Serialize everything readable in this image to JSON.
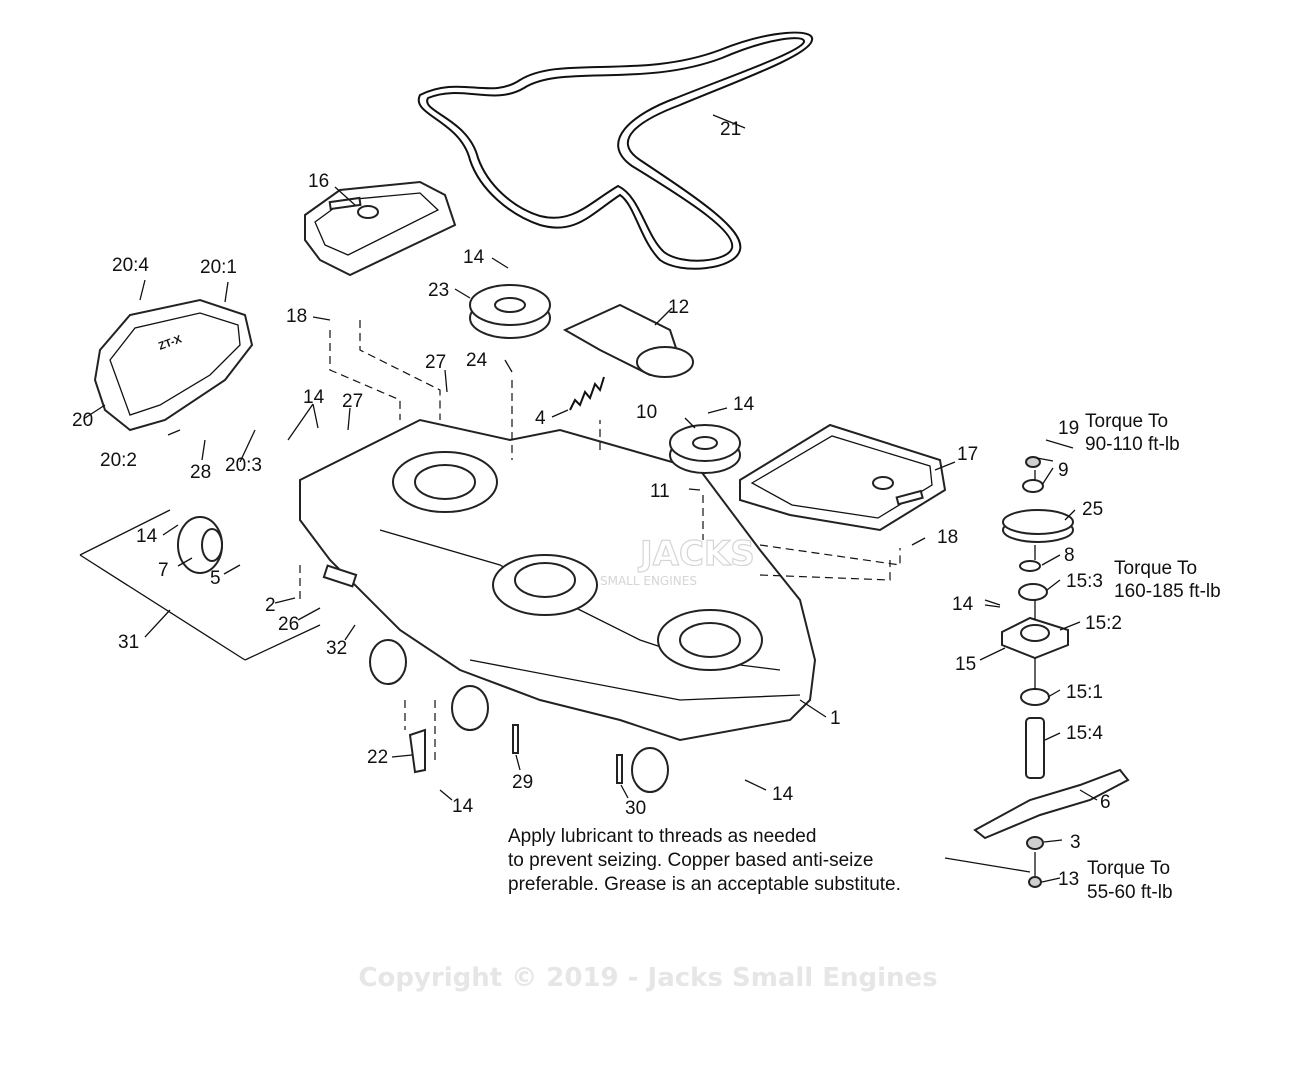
{
  "diagram": {
    "callouts": [
      {
        "id": "c1",
        "label": "1"
      },
      {
        "id": "c2",
        "label": "2"
      },
      {
        "id": "c3",
        "label": "3"
      },
      {
        "id": "c4",
        "label": "4"
      },
      {
        "id": "c5",
        "label": "5"
      },
      {
        "id": "c6",
        "label": "6"
      },
      {
        "id": "c7",
        "label": "7"
      },
      {
        "id": "c8",
        "label": "8"
      },
      {
        "id": "c9",
        "label": "9"
      },
      {
        "id": "c10",
        "label": "10"
      },
      {
        "id": "c11",
        "label": "11"
      },
      {
        "id": "c12",
        "label": "12"
      },
      {
        "id": "c13",
        "label": "13"
      },
      {
        "id": "c14a",
        "label": "14"
      },
      {
        "id": "c14b",
        "label": "14"
      },
      {
        "id": "c14c",
        "label": "14"
      },
      {
        "id": "c14d",
        "label": "14"
      },
      {
        "id": "c14e",
        "label": "14"
      },
      {
        "id": "c14f",
        "label": "14"
      },
      {
        "id": "c14g",
        "label": "14"
      },
      {
        "id": "c15",
        "label": "15"
      },
      {
        "id": "c15_1",
        "label": "15:1"
      },
      {
        "id": "c15_2",
        "label": "15:2"
      },
      {
        "id": "c15_3",
        "label": "15:3"
      },
      {
        "id": "c15_4",
        "label": "15:4"
      },
      {
        "id": "c16",
        "label": "16"
      },
      {
        "id": "c17",
        "label": "17"
      },
      {
        "id": "c18a",
        "label": "18"
      },
      {
        "id": "c18b",
        "label": "18"
      },
      {
        "id": "c19",
        "label": "19"
      },
      {
        "id": "c20",
        "label": "20"
      },
      {
        "id": "c20_1",
        "label": "20:1"
      },
      {
        "id": "c20_2",
        "label": "20:2"
      },
      {
        "id": "c20_3",
        "label": "20:3"
      },
      {
        "id": "c20_4",
        "label": "20:4"
      },
      {
        "id": "c21",
        "label": "21"
      },
      {
        "id": "c22",
        "label": "22"
      },
      {
        "id": "c23",
        "label": "23"
      },
      {
        "id": "c24",
        "label": "24"
      },
      {
        "id": "c25",
        "label": "25"
      },
      {
        "id": "c26",
        "label": "26"
      },
      {
        "id": "c27a",
        "label": "27"
      },
      {
        "id": "c27b",
        "label": "27"
      },
      {
        "id": "c28",
        "label": "28"
      },
      {
        "id": "c29",
        "label": "29"
      },
      {
        "id": "c30",
        "label": "30"
      },
      {
        "id": "c31",
        "label": "31"
      },
      {
        "id": "c32",
        "label": "32"
      }
    ],
    "torque_notes": [
      {
        "line1": "Torque To",
        "line2": "90-110 ft-lb"
      },
      {
        "line1": "Torque To",
        "line2": "160-185 ft-lb"
      },
      {
        "line1": "Torque To",
        "line2": "55-60 ft-lb"
      }
    ],
    "lubricant_note": [
      "Apply lubricant to threads as needed",
      "to prevent seizing. Copper based anti-seize",
      "preferable. Grease is an acceptable substitute."
    ],
    "watermark": {
      "copyright": "Copyright © 2019 - Jacks Small Engines",
      "logo_text": "JACKS",
      "logo_sub": "SMALL ENGINES"
    }
  }
}
